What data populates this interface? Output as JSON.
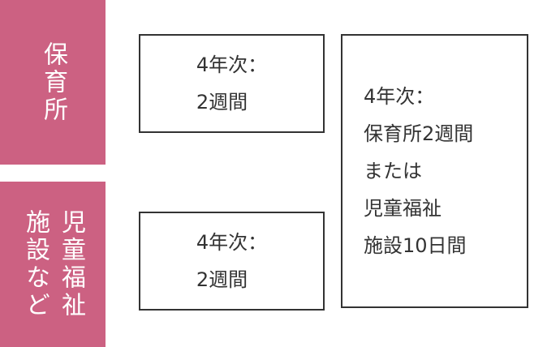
{
  "categories": [
    {
      "label": "保育所"
    },
    {
      "label": "児童福祉施設など",
      "lines": [
        "児童福祉",
        "施設など"
      ]
    }
  ],
  "boxes": [
    {
      "lines": [
        "4年次：",
        "2週間"
      ]
    },
    {
      "lines": [
        "4年次：",
        "2週間"
      ]
    },
    {
      "lines": [
        "4年次：",
        "保育所2週間",
        "または",
        "児童福祉",
        "施設10日間"
      ]
    }
  ],
  "colors": {
    "category_bg": "#cc6182",
    "border": "#333333"
  }
}
